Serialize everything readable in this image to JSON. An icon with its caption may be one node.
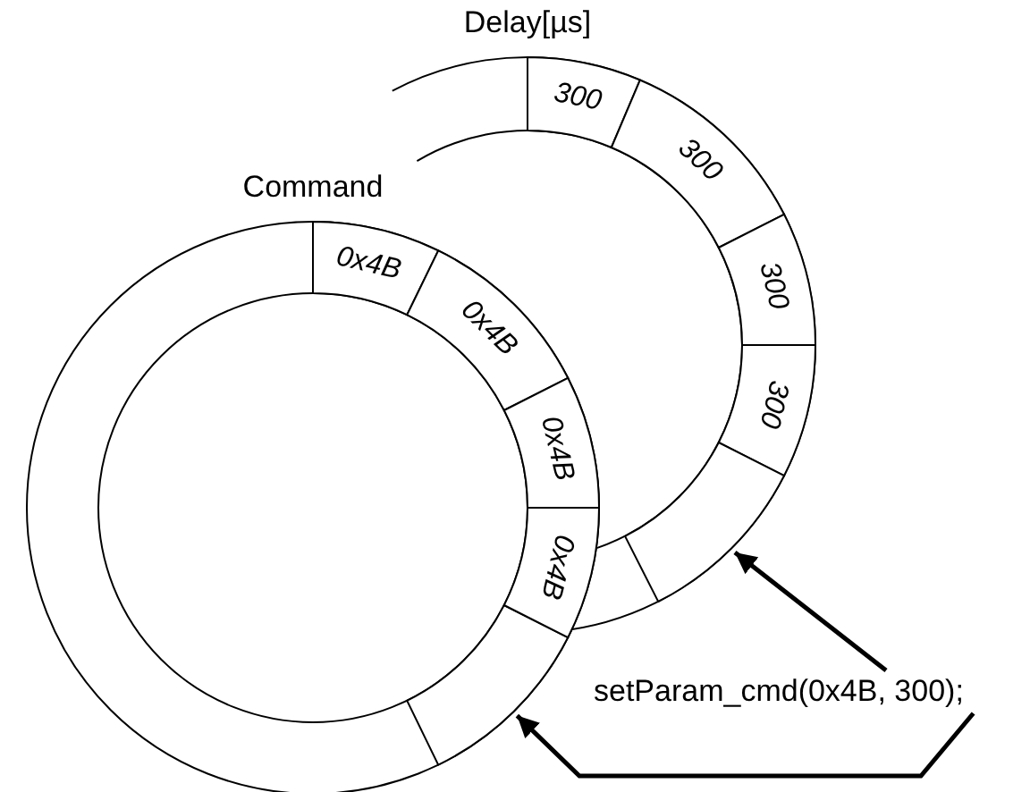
{
  "diagram": {
    "nodes": [
      {
        "text": [
          "Delay[µs]"
        ]
      },
      {
        "text": [
          "300"
        ],
        "in": 0
      },
      {
        "text": [
          "300"
        ],
        "in": 0
      },
      {
        "text": [
          "300"
        ],
        "in": 0
      },
      {
        "text": [
          "300"
        ],
        "in": 0
      },
      {
        "text": [],
        "shape": "box",
        "in": 0
      },
      {
        "text": [
          "Command"
        ]
      },
      {
        "text": [
          "0x4B"
        ],
        "in": 6
      },
      {
        "text": [
          "0x4B"
        ]
      },
      {
        "text": [
          "0x4B"
        ]
      },
      {
        "text": [
          "0x4B"
        ]
      },
      {
        "text": [],
        "shape": "box",
        "in": 6
      },
      {
        "text": [
          "setParam_cmd(0x4B, 300);"
        ]
      }
    ],
    "edges": [
      {
        "from": 12,
        "to": 5,
        "arrow": "to"
      },
      {
        "from": 12,
        "to": 11,
        "arrow": "to"
      }
    ]
  }
}
